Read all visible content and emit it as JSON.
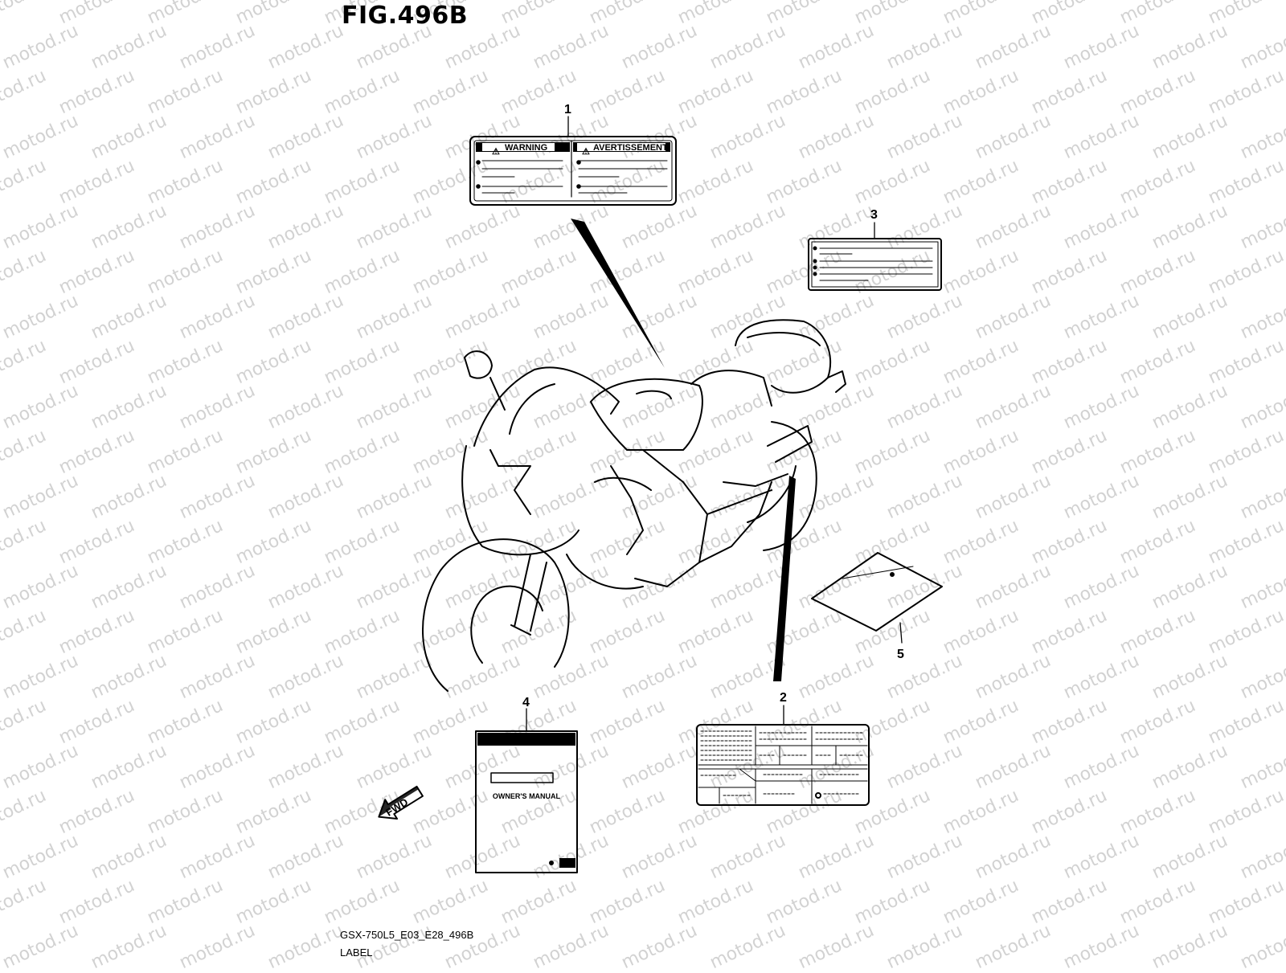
{
  "figure": {
    "title": "FIG.496B",
    "code": "GSX-750L5_E03_E28_496B",
    "group": "LABEL"
  },
  "watermark": "motod.ru",
  "callouts": [
    {
      "no": "1",
      "part": "warning-label"
    },
    {
      "no": "2",
      "part": "information-label"
    },
    {
      "no": "3",
      "part": "manual-note-label"
    },
    {
      "no": "4",
      "part": "owners-manual"
    },
    {
      "no": "5",
      "part": "document-sheet"
    }
  ],
  "label1": {
    "left_heading": "WARNING",
    "right_heading": "AVERTISSEMENT"
  },
  "manual": {
    "title": "OWNER'S MANUAL"
  },
  "fwd_arrow": {
    "text": "FWD"
  }
}
